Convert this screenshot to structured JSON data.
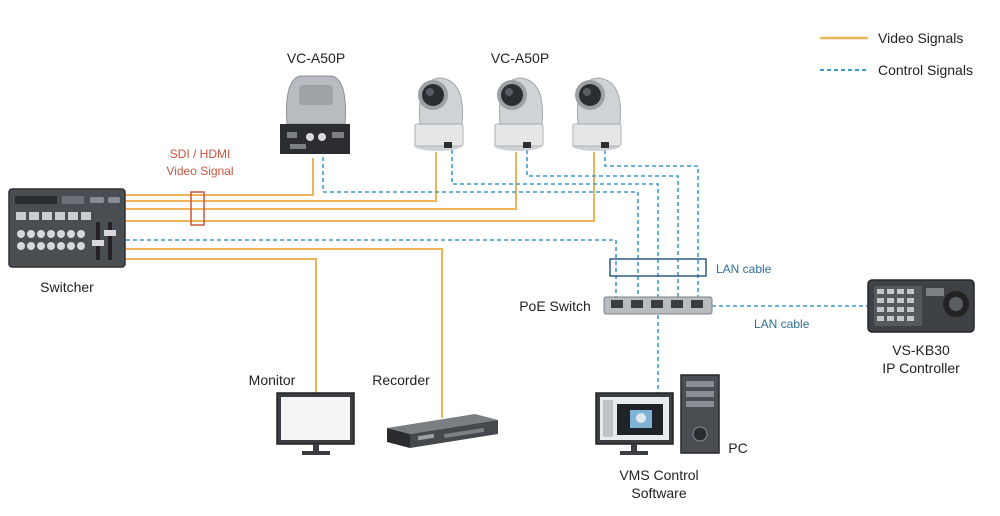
{
  "legend": {
    "video": "Video Signals",
    "control": "Control Signals"
  },
  "labels": {
    "camera_left": "VC-A50P",
    "camera_group": "VC-A50P",
    "switcher": "Switcher",
    "sdi_line1": "SDI / HDMI",
    "sdi_line2": "Video Signal",
    "lan_cable_top": "LAN cable",
    "lan_cable_right": "LAN cable",
    "poe_switch": "PoE Switch",
    "monitor": "Monitor",
    "recorder": "Recorder",
    "vms_line1": "VMS Control",
    "vms_line2": "Software",
    "pc": "PC",
    "kb_line1": "VS-KB30",
    "kb_line2": "IP  Controller"
  },
  "colors": {
    "video": "#f0b35a",
    "control": "#3d9bd1",
    "accent": "#c8553d",
    "lan_box": "#2f5c80"
  }
}
